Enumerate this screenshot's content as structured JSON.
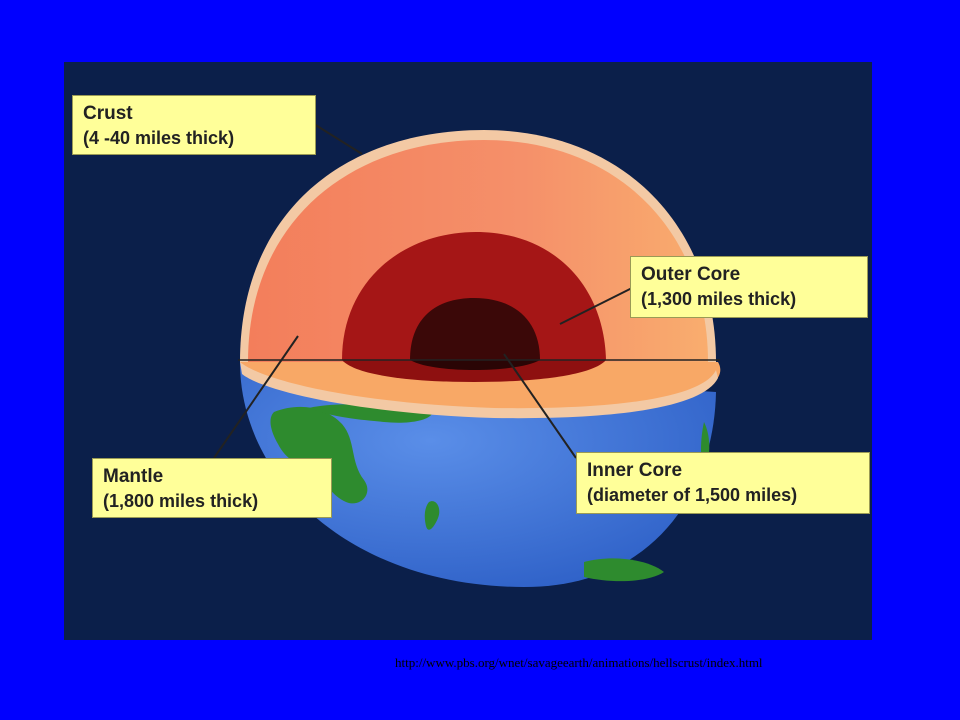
{
  "colors": {
    "page_background": "#0000ff",
    "panel_background": "#0b1f4a",
    "label_background": "#ffff99",
    "crust": "#f3c9a4",
    "mantle": "#f4855e",
    "mantle_right": "#f8a56a",
    "outer_core": "#a51616",
    "inner_core": "#3b0808",
    "ocean": "#3d73d6",
    "land": "#2e8b2e"
  },
  "labels": {
    "crust": {
      "name": "Crust",
      "detail": "(4 -40 miles thick)"
    },
    "outer_core": {
      "name": "Outer Core",
      "detail": "(1,300 miles thick)"
    },
    "mantle": {
      "name": "Mantle",
      "detail": "(1,800 miles thick)"
    },
    "inner_core": {
      "name": "Inner Core",
      "detail": "(diameter of 1,500 miles)"
    }
  },
  "source_url": "http://www.pbs.org/wnet/savageearth/animations/hellscrust/index.html"
}
